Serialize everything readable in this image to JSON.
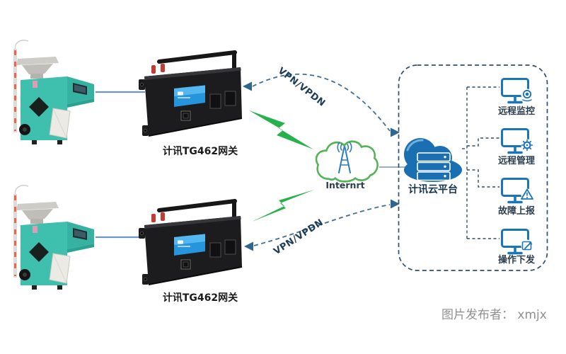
{
  "diagram_title": "TG462 gateway remote monitoring topology",
  "machines": [
    {
      "name": "color-sorter-machine-1"
    },
    {
      "name": "color-sorter-machine-2"
    }
  ],
  "gateways": [
    {
      "label": "计讯TG462网关"
    },
    {
      "label": "计讯TG462网关"
    }
  ],
  "links": {
    "vpn_top": "VPN/VPDN",
    "vpn_bottom": "VPN/VPDN"
  },
  "internet": {
    "label": "Internrt"
  },
  "platform": {
    "label": "计讯云平台"
  },
  "services": [
    {
      "label": "远程监控",
      "icon": "webcam-icon"
    },
    {
      "label": "远程管理",
      "icon": "gear-icon"
    },
    {
      "label": "故障上报",
      "icon": "warning-icon"
    },
    {
      "label": "操作下发",
      "icon": "edit-icon"
    }
  ],
  "credit": "图片发布者：  xmjx",
  "colors": {
    "machine_teal": "#3fbfae",
    "router_black": "#1c1c1e",
    "router_label_blue": "#2795dc",
    "bolt_green": "#27b14b",
    "internet_cloud_outline": "#54b257",
    "platform_cloud_blue": "#1a6fb3",
    "monitor_icon_blue": "#1a75b8",
    "dashed_line_navy": "#2f4f68",
    "vpn_dash_blue": "#3f6f96",
    "device_link_blue": "#6b96c8",
    "credit_gray": "#909090"
  }
}
